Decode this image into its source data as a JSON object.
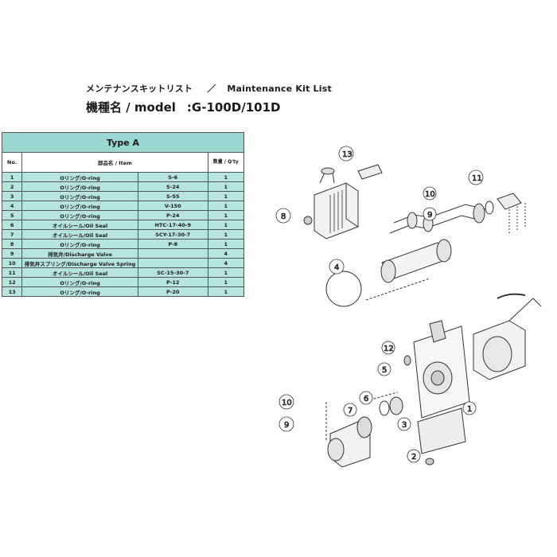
{
  "header": {
    "title_jp": "メンテナンスキットリスト",
    "title_slash": "／",
    "title_en": "Maintenance Kit  List",
    "model_label": "機種名 / model",
    "model_value": ":G-100D/101D"
  },
  "table": {
    "type_label": "Type  A",
    "columns": {
      "no": "No.",
      "name": "部品名 / Item",
      "qty": "数量 / Q'ty"
    },
    "rows": [
      {
        "no": "1",
        "name": "Oリング/O-ring",
        "item": "S-6",
        "qty": "1"
      },
      {
        "no": "2",
        "name": "Oリング/O-ring",
        "item": "S-24",
        "qty": "1"
      },
      {
        "no": "3",
        "name": "Oリング/O-ring",
        "item": "S-55",
        "qty": "1"
      },
      {
        "no": "4",
        "name": "Oリング/O-ring",
        "item": "V-150",
        "qty": "1"
      },
      {
        "no": "5",
        "name": "Oリング/O-ring",
        "item": "P-24",
        "qty": "1"
      },
      {
        "no": "6",
        "name": "オイルシール/Oil Seal",
        "item": "HTC-17-40-9",
        "qty": "1"
      },
      {
        "no": "7",
        "name": "オイルシール/Oil Seal",
        "item": "SCY-17-30-7",
        "qty": "1"
      },
      {
        "no": "8",
        "name": "Oリング/O-ring",
        "item": "P-8",
        "qty": "1"
      },
      {
        "no": "9",
        "name": "排気弁/Discharge Valve",
        "item": "",
        "qty": "4"
      },
      {
        "no": "10",
        "name": "排気弁スプリング/Discharge Valve Spring",
        "item": "",
        "qty": "4"
      },
      {
        "no": "11",
        "name": "オイルシール/Oil Seal",
        "item": "SC-15-30-7",
        "qty": "1"
      },
      {
        "no": "12",
        "name": "Oリング/O-ring",
        "item": "P-12",
        "qty": "1"
      },
      {
        "no": "13",
        "name": "Oリング/O-ring",
        "item": "P-20",
        "qty": "1"
      }
    ]
  },
  "diagram": {
    "callouts": [
      "13",
      "11",
      "10",
      "9",
      "8",
      "4",
      "12",
      "5",
      "6",
      "7",
      "3",
      "1",
      "2",
      "10",
      "9"
    ]
  }
}
